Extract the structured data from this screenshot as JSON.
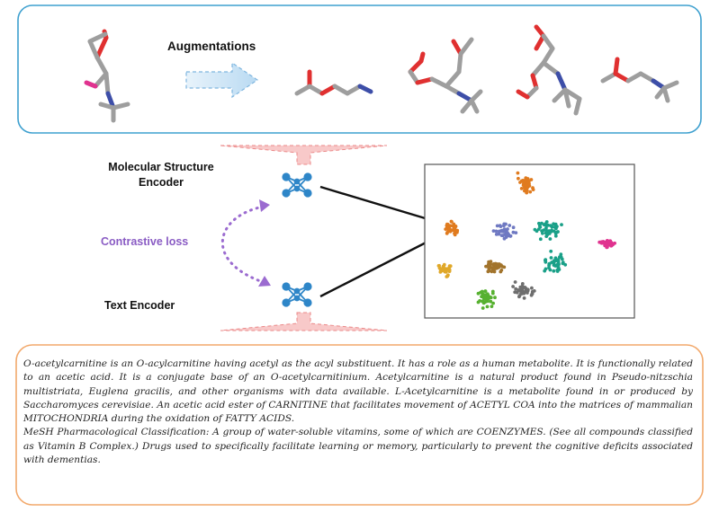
{
  "labels": {
    "augmentations": "Augmentations",
    "molecular_encoder_line1": "Molecular Structure",
    "molecular_encoder_line2": "Encoder",
    "contrastive_loss": "Contrastive loss",
    "text_encoder": "Text Encoder"
  },
  "description": {
    "paragraph1": "O-acetylcarnitine is an O-acylcarnitine having acetyl as the acyl substituent. It has a role as a human metabolite. It is functionally related to an acetic acid. It is a conjugate base of an O-acetylcarnitinium. Acetylcarnitine is a natural product found in Pseudo-nitzschia multistriata, Euglena gracilis, and other organisms with data available. L-Acetylcarnitine is a metabolite found in or produced by Saccharomyces cerevisiae. An acetic acid ester of CARNITINE that facilitates movement of ACETYL COA into the matrices of mammalian MITOCHONDRIA during the oxidation of FATTY ACIDS.",
    "paragraph2": "MeSH Pharmacological Classification: A group of water-soluble vitamins, some of which are COENZYMES. (See all compounds classified as Vitamin B Complex.) Drugs used to specifically facilitate learning or memory, particularly to prevent the cognitive deficits associated with dementias."
  },
  "colors": {
    "molecule_box_border": "#3ea0cf",
    "text_box_border": "#f2a96c",
    "encoder_icon": "#2e86c8",
    "contrastive_arrow": "#9b6bd0",
    "funnel": "#f08a8a",
    "carbon": "#9e9e9e",
    "oxygen": "#e03030",
    "nitrogen": "#3d4ea8",
    "halogen_highlight": "#e0338f"
  },
  "icons": [
    "arrow-right-icon",
    "encoder-network-icon",
    "molecule-stick-model"
  ],
  "clusters": [
    {
      "name": "orange",
      "color": "#e07b1f"
    },
    {
      "name": "pink",
      "color": "#e0338f"
    },
    {
      "name": "teal",
      "color": "#1aa088"
    },
    {
      "name": "purple",
      "color": "#6f79c2"
    },
    {
      "name": "gold",
      "color": "#e0a82a"
    },
    {
      "name": "brown",
      "color": "#a2742c"
    },
    {
      "name": "green",
      "color": "#57b130"
    },
    {
      "name": "gray",
      "color": "#6e6e6e"
    }
  ]
}
